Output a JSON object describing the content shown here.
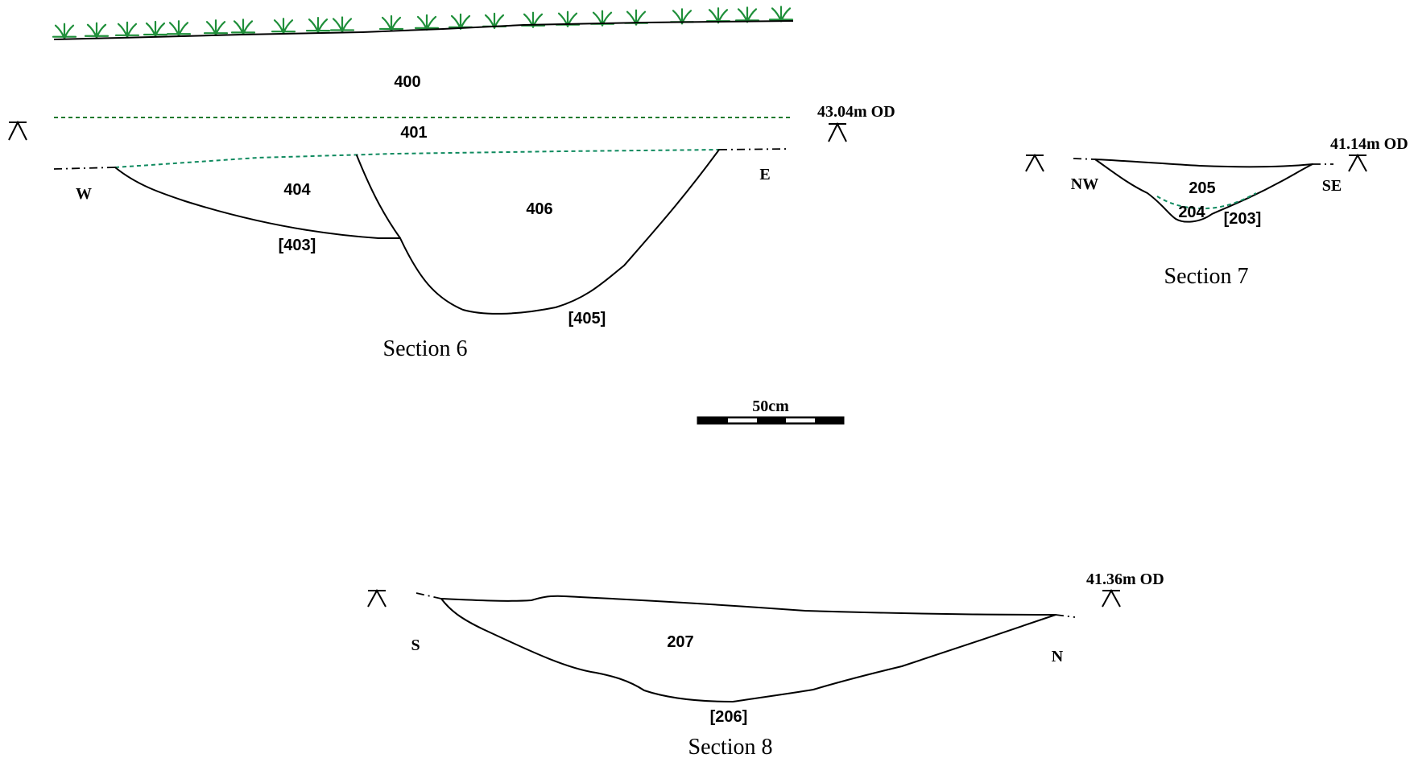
{
  "colors": {
    "line": "#000000",
    "vegetation": "#1f8f3a",
    "interface_dashed": "#1f7a2e",
    "interface_dashed_alt": "#0f8a5f"
  },
  "section6": {
    "title": "Section 6",
    "datum_label": "43.04m OD",
    "orientation": {
      "left": "W",
      "right": "E"
    },
    "contexts": [
      "400",
      "401",
      "404",
      "406"
    ],
    "cuts": [
      "[403]",
      "[405]"
    ]
  },
  "section7": {
    "title": "Section 7",
    "datum_label": "41.14m OD",
    "orientation": {
      "left": "NW",
      "right": "SE"
    },
    "contexts": [
      "205",
      "204"
    ],
    "cuts": [
      "[203]"
    ]
  },
  "section8": {
    "title": "Section 8",
    "datum_label": "41.36m OD",
    "orientation": {
      "left": "S",
      "right": "N"
    },
    "contexts": [
      "207"
    ],
    "cuts": [
      "[206]"
    ]
  },
  "scale_bar": {
    "label": "50cm"
  },
  "icons": [
    "datum-marker-icon",
    "vegetation-icon"
  ]
}
